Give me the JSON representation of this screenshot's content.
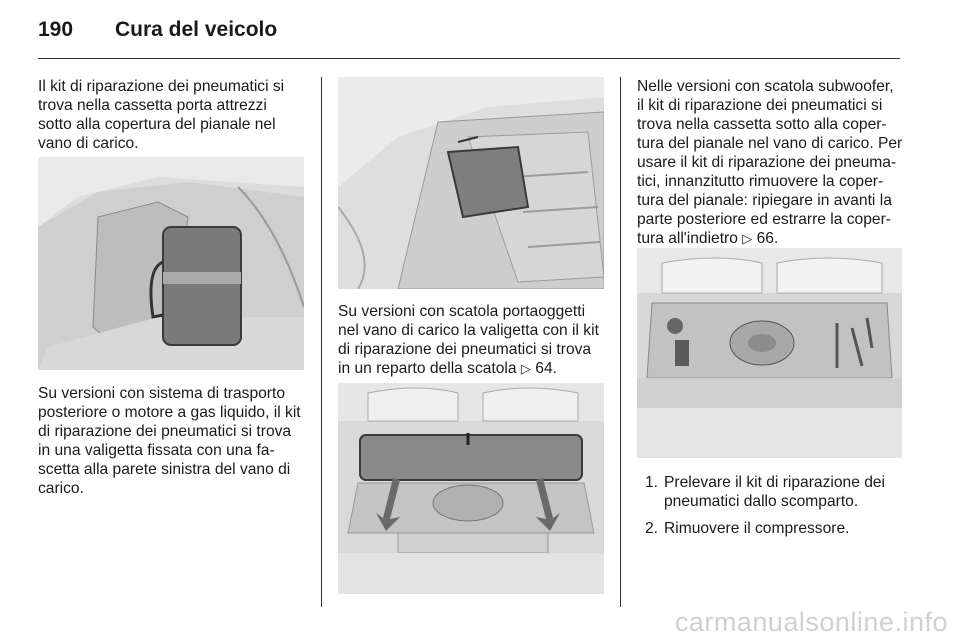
{
  "header": {
    "page_number": "190",
    "title": "Cura del veicolo"
  },
  "col1": {
    "p1": "Il kit di riparazione dei pneumatici si trova nella cassetta porta attrezzi sotto alla copertura del pianale nel vano di carico.",
    "p2": "Su versioni con sistema di trasporto posteriore o motore a gas liquido, il kit di riparazione dei pneumatici si trova in una valigetta fissata con una fa-scetta alla parete sinistra del vano di carico."
  },
  "col2": {
    "p1_text": "Su versioni con scatola portaoggetti nel vano di carico la valigetta con il kit di riparazione dei pneumatici si trova in un reparto della scatola",
    "p1_ref_icon": "page-ref-arrow-icon",
    "p1_ref": "64."
  },
  "col3": {
    "p1_text": "Nelle versioni con scatola subwoofer, il kit di riparazione dei pneumatici si trova nella cassetta sotto alla coper-tura del pianale nel vano di carico. Per usare il kit di riparazione dei pneuma-tici, innanzitutto rimuovere la coper-tura del pianale: ripiegare in avanti la parte posteriore ed estrarre la coper-tura all'indietro",
    "p1_ref": "66.",
    "steps": [
      {
        "num": "1.",
        "text": "Prelevare il kit di riparazione dei pneumatici dallo scomparto."
      },
      {
        "num": "2.",
        "text": "Rimuovere il compressore."
      }
    ]
  },
  "watermark": "carmanualsonline.info"
}
